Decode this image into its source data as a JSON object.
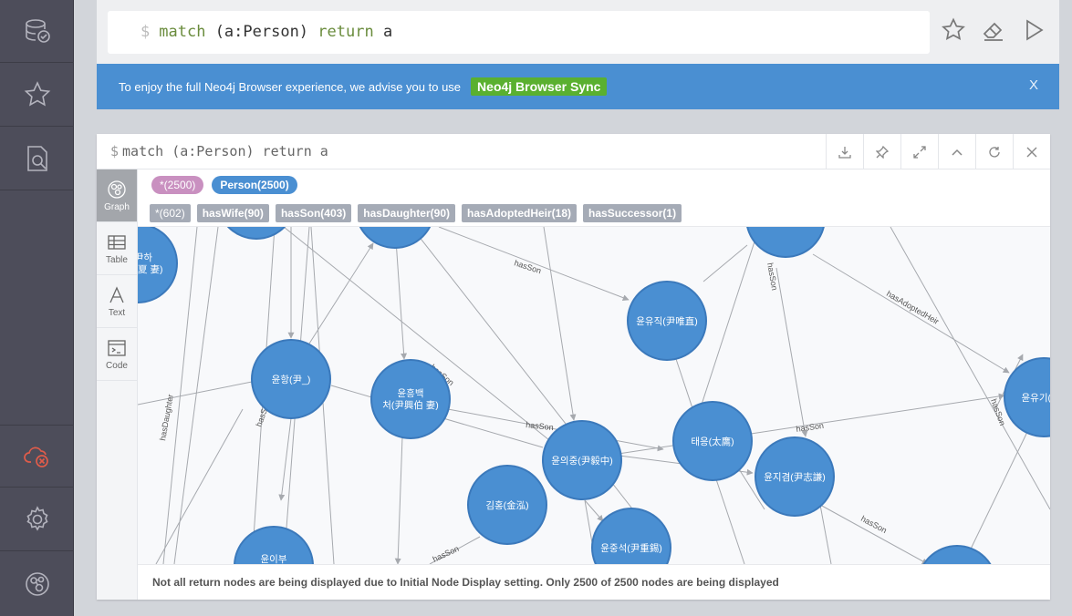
{
  "editor": {
    "prompt": "$",
    "keyword_match": "match",
    "pattern": "(a:Person)",
    "keyword_return": "return",
    "variable": "a"
  },
  "banner": {
    "message": "To enjoy the full Neo4j Browser experience, we advise you to use",
    "button": "Neo4j Browser Sync",
    "close": "X"
  },
  "frame": {
    "title_prompt": "$",
    "title": "match (a:Person) return a"
  },
  "view_tabs": [
    {
      "label": "Graph",
      "icon": "graph-icon"
    },
    {
      "label": "Table",
      "icon": "table-icon"
    },
    {
      "label": "Text",
      "icon": "text-icon"
    },
    {
      "label": "Code",
      "icon": "code-icon"
    }
  ],
  "legend": {
    "labels": [
      {
        "text": "*(2500)"
      },
      {
        "text": "Person(2500)"
      }
    ],
    "relationships": [
      {
        "text": "*(602)"
      },
      {
        "text": "hasWife(90)"
      },
      {
        "text": "hasSon(403)"
      },
      {
        "text": "hasDaughter(90)"
      },
      {
        "text": "hasAdoptedHeir(18)"
      },
      {
        "text": "hasSuccessor(1)"
      }
    ]
  },
  "graph": {
    "node_color": "#4a8fd2",
    "nodes": [
      {
        "id": "n_a",
        "label1": "尹하",
        "label2": "(夏 妻)"
      },
      {
        "id": "n_b",
        "label1": ""
      },
      {
        "id": "n_c",
        "label1": ""
      },
      {
        "id": "n_d",
        "label1": ""
      },
      {
        "id": "n_yj",
        "label1": "윤유직(尹唯直)"
      },
      {
        "id": "n_yh",
        "label1": "윤항(尹_)"
      },
      {
        "id": "n_hb",
        "label1": "윤흥백",
        "label2": "처(尹興伯 妻)"
      },
      {
        "id": "n_ty",
        "label1": "태응(太鷹)"
      },
      {
        "id": "n_uj",
        "label1": "윤의중(尹毅中)"
      },
      {
        "id": "n_jk",
        "label1": "윤지겸(尹志謙)"
      },
      {
        "id": "n_yk",
        "label1": "윤유기(尹"
      },
      {
        "id": "n_kh",
        "label1": "김홍(金泓)"
      },
      {
        "id": "n_js",
        "label1": "윤중석(尹重錫)"
      },
      {
        "id": "n_bl",
        "label1": "윤이부"
      },
      {
        "id": "n_br",
        "label1": ""
      }
    ],
    "edge_labels": [
      "hasSon",
      "hasAdoptedHeir",
      "hasSon",
      "hasSon",
      "hasSon",
      "hasSon",
      "hasSon",
      "hasSon",
      "hasDaughter",
      "hasSon",
      "hasSon"
    ]
  },
  "footer": {
    "message": "Not all return nodes are being displayed due to Initial Node Display setting. Only 2500 of 2500 nodes are being displayed"
  }
}
